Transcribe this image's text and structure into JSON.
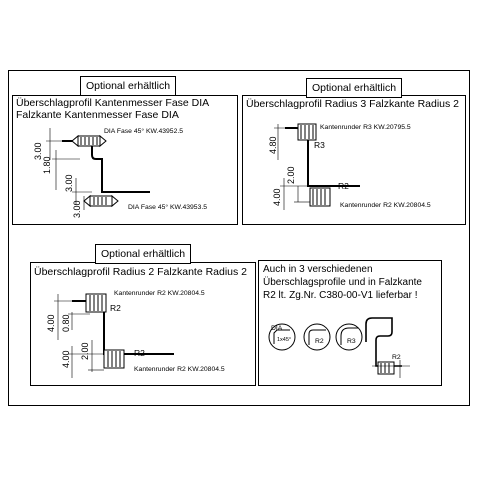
{
  "badges": {
    "top_left": "Optional erhältlich",
    "top_right": "Optional erhältlich",
    "bottom_left": "Optional erhältlich"
  },
  "panel_a": {
    "title_line1": "Überschlagprofil Kantenmesser Fase DIA",
    "title_line2": "Falzkante Kantenmesser Fase DIA",
    "tool_top": "DIA Fase 45° KW.43952.5",
    "tool_bottom": "DIA Fase 45° KW.43953.5",
    "dims": [
      "3.00",
      "1.80",
      "3.00",
      "3.00"
    ]
  },
  "panel_b": {
    "title": "Überschlagprofil  Radius 3 Falzkante Radius 2",
    "tool_top": "Kantenrunder R3 KW.20795.5",
    "tool_bottom": "Kantenrunder R2 KW.20804.5",
    "radius_top": "R3",
    "radius_bottom": "R2",
    "dims": [
      "4.80",
      "4.00",
      "2.00"
    ]
  },
  "panel_c": {
    "title": "Überschlagprofil  Radius 2 Falzkante Radius 2",
    "tool_top": "Kantenrunder R2 KW.20804.5",
    "tool_bottom": "Kantenrunder R2 KW.20804.5",
    "radius_top": "R2",
    "radius_bottom": "R2",
    "dims": [
      "4.00",
      "0.80",
      "4.00",
      "2.00"
    ]
  },
  "panel_d": {
    "note_line1": "Auch in 3 verschiedenen",
    "note_line2": "Überschlagsprofile und  in Falzkante",
    "note_line3": "R2 lt. Zg.Nr. C380-00-V1 lieferbar !",
    "sym_dia": "DIA",
    "sym_dia_sub": "1x45°",
    "sym_r2": "R2",
    "sym_r3": "R3",
    "profile_radius": "R2"
  }
}
